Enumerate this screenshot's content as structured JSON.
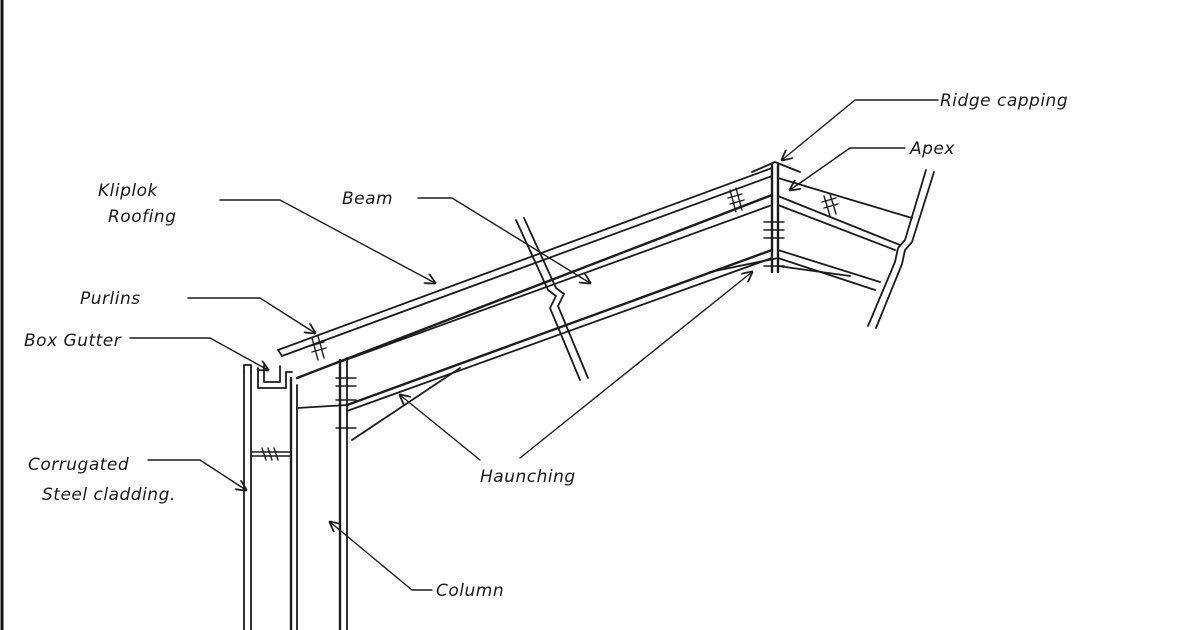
{
  "labels": {
    "ridge_capping": "Ridge capping",
    "apex": "Apex",
    "kliplok_line1": "Kliplok",
    "kliplok_line2": "Roofing",
    "beam": "Beam",
    "purlins": "Purlins",
    "box_gutter": "Box Gutter",
    "corrugated_line1": "Corrugated",
    "corrugated_line2": "Steel cladding.",
    "haunching": "Haunching",
    "column": "Column"
  }
}
